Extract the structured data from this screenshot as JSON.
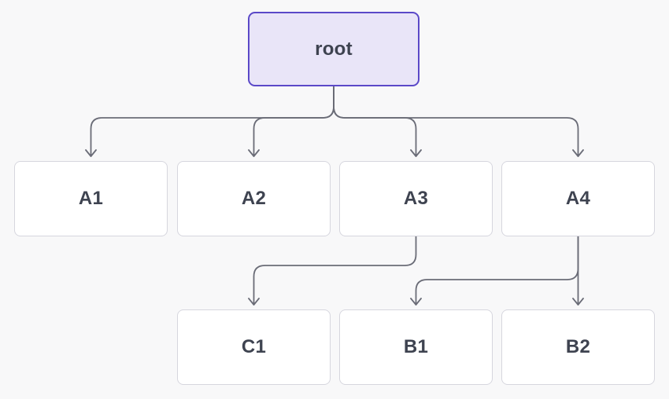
{
  "diagram": {
    "type": "tree-flowchart",
    "colors": {
      "canvas_background": "#f8f8f9",
      "edge": "#6a6c77",
      "node_border": "#d6d6de",
      "node_fill": "#ffffff",
      "root_border": "#5b49c8",
      "root_fill": "#e9e5f8",
      "label_text": "#3e4350"
    },
    "nodes": [
      {
        "id": "root",
        "label": "root",
        "variant": "root"
      },
      {
        "id": "A1",
        "label": "A1",
        "variant": "default"
      },
      {
        "id": "A2",
        "label": "A2",
        "variant": "default"
      },
      {
        "id": "A3",
        "label": "A3",
        "variant": "default"
      },
      {
        "id": "A4",
        "label": "A4",
        "variant": "default"
      },
      {
        "id": "C1",
        "label": "C1",
        "variant": "default"
      },
      {
        "id": "B1",
        "label": "B1",
        "variant": "default"
      },
      {
        "id": "B2",
        "label": "B2",
        "variant": "default"
      }
    ],
    "edges": [
      {
        "source": "root",
        "target": "A1"
      },
      {
        "source": "root",
        "target": "A2"
      },
      {
        "source": "root",
        "target": "A3"
      },
      {
        "source": "root",
        "target": "A4"
      },
      {
        "source": "A3",
        "target": "C1"
      },
      {
        "source": "A4",
        "target": "B1"
      },
      {
        "source": "A4",
        "target": "B2"
      }
    ]
  }
}
